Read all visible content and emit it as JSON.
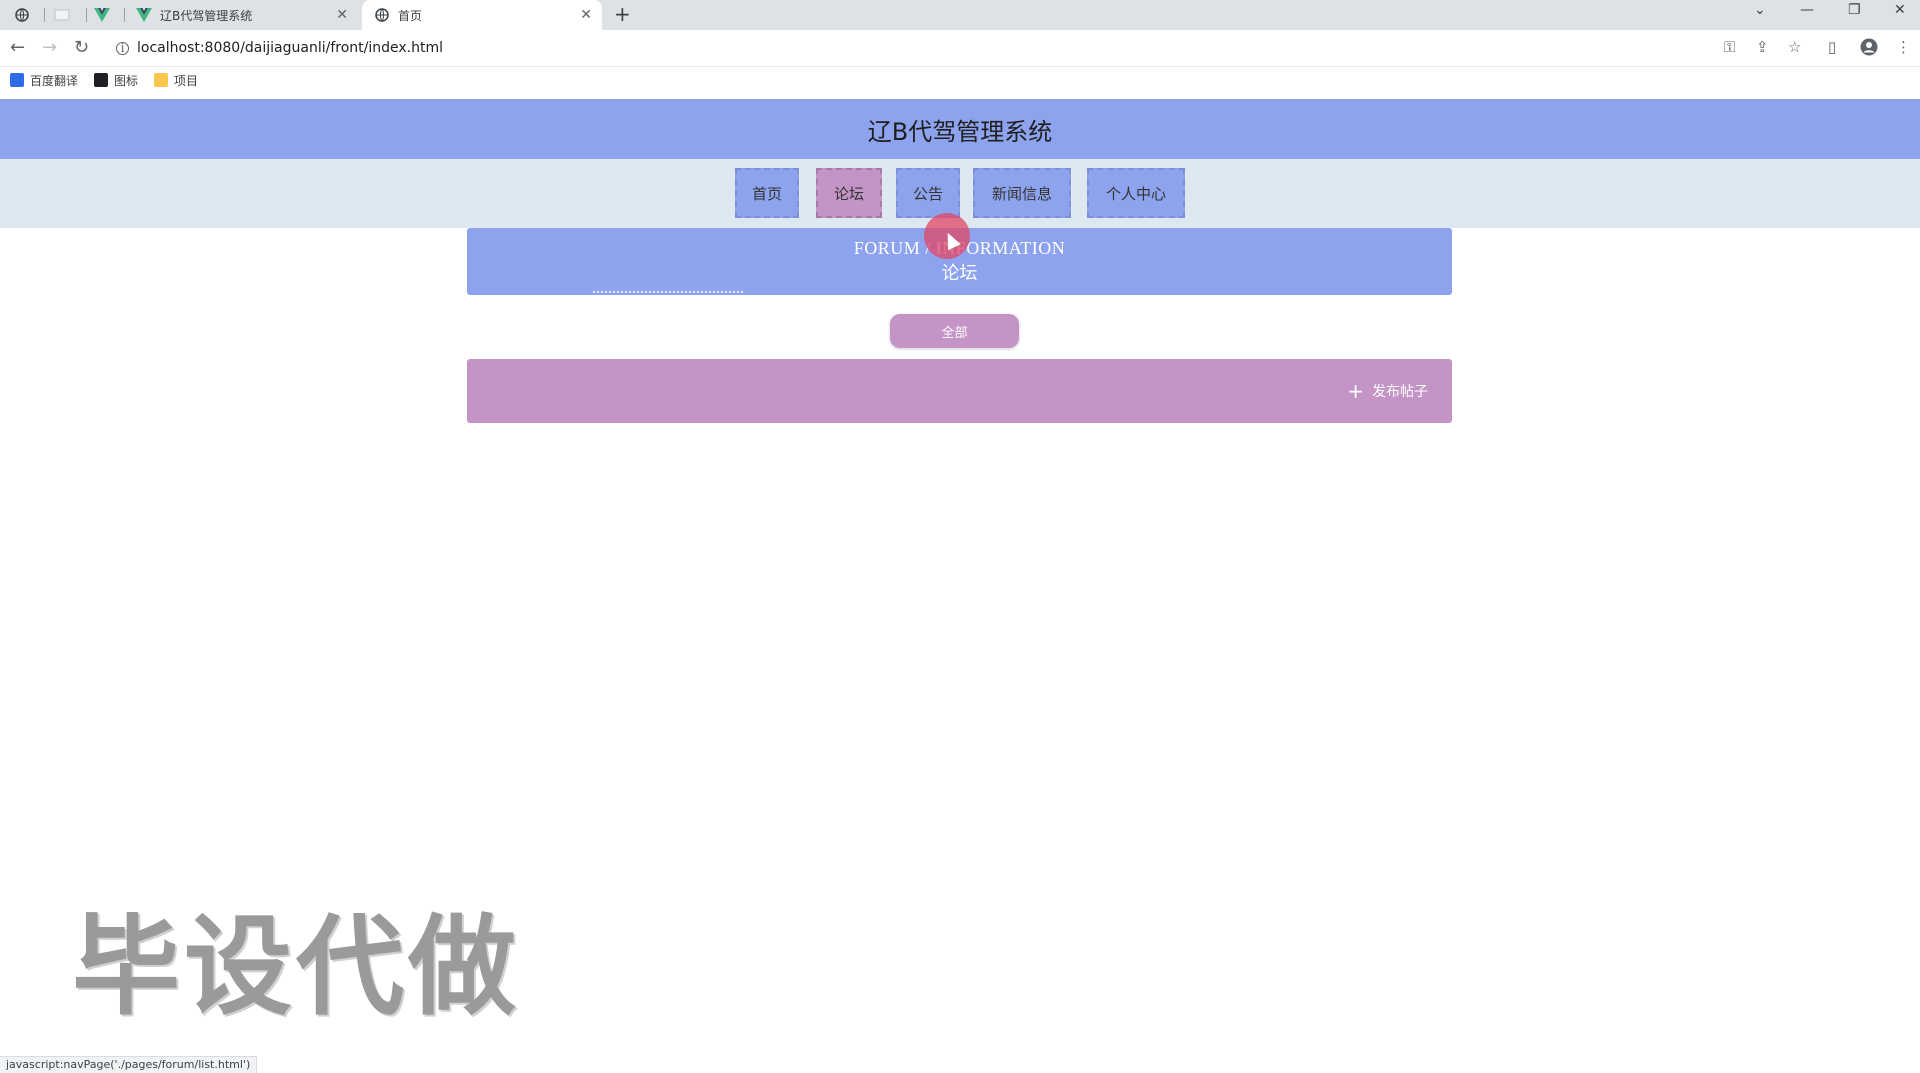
{
  "browser": {
    "tabs": [
      {
        "title": "",
        "icon": "globe-icon"
      },
      {
        "title": "",
        "icon": "blank-page-icon"
      },
      {
        "title": "",
        "icon": "vue-logo-icon"
      },
      {
        "title": "辽B代驾管理系统",
        "icon": "vue-logo-icon"
      },
      {
        "title": "首页",
        "icon": "globe-icon",
        "active": true
      }
    ],
    "url": "localhost:8080/daijiaguanli/front/index.html",
    "bookmarks": [
      {
        "label": "百度翻译",
        "color": "#2e6ce6"
      },
      {
        "label": "图标",
        "color": "#202124"
      },
      {
        "label": "项目",
        "color": "#f9c74f"
      }
    ],
    "status_url": "javascript:navPage('./pages/forum/list.html')"
  },
  "site": {
    "title": "辽B代驾管理系统",
    "menu": [
      {
        "label": "首页"
      },
      {
        "label": "论坛",
        "active": true
      },
      {
        "label": "公告"
      },
      {
        "label": "新闻信息"
      },
      {
        "label": "个人中心"
      }
    ]
  },
  "forum": {
    "title_en": "FORUM / INFORMATION",
    "title_cn": "论坛",
    "filter_all": "全部",
    "publish_label": "发布帖子"
  },
  "watermark": "毕设代做",
  "colors": {
    "primary": "#8da3ee",
    "accent": "#c494c7",
    "menu_bg": "#dde8f0"
  }
}
